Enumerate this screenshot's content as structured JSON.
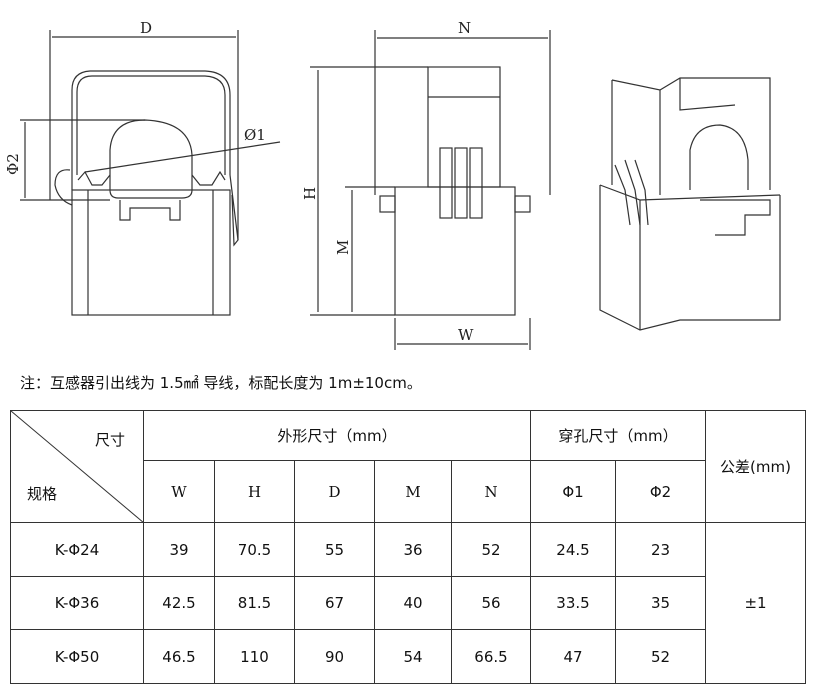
{
  "drawing_labels": {
    "D": "D",
    "phi2": "Φ2",
    "phi1": "Ø1",
    "N": "N",
    "H": "H",
    "M": "M",
    "W": "W"
  },
  "note": "注：互感器引出线为 1.5㎟ 导线，标配长度为 1m±10cm。",
  "table": {
    "corner_top": "尺寸",
    "corner_bottom": "规格",
    "group_outer": "外形尺寸（mm）",
    "group_hole": "穿孔尺寸（mm）",
    "tolerance_header": "公差(mm)",
    "columns": [
      "W",
      "H",
      "D",
      "M",
      "N",
      "Φ1",
      "Φ2"
    ],
    "rows": [
      {
        "spec": "K-Φ24",
        "values": [
          "39",
          "70.5",
          "55",
          "36",
          "52",
          "24.5",
          "23"
        ]
      },
      {
        "spec": "K-Φ36",
        "values": [
          "42.5",
          "81.5",
          "67",
          "40",
          "56",
          "33.5",
          "35"
        ]
      },
      {
        "spec": "K-Φ50",
        "values": [
          "46.5",
          "110",
          "90",
          "54",
          "66.5",
          "47",
          "52"
        ]
      }
    ],
    "tolerance": "±1"
  }
}
